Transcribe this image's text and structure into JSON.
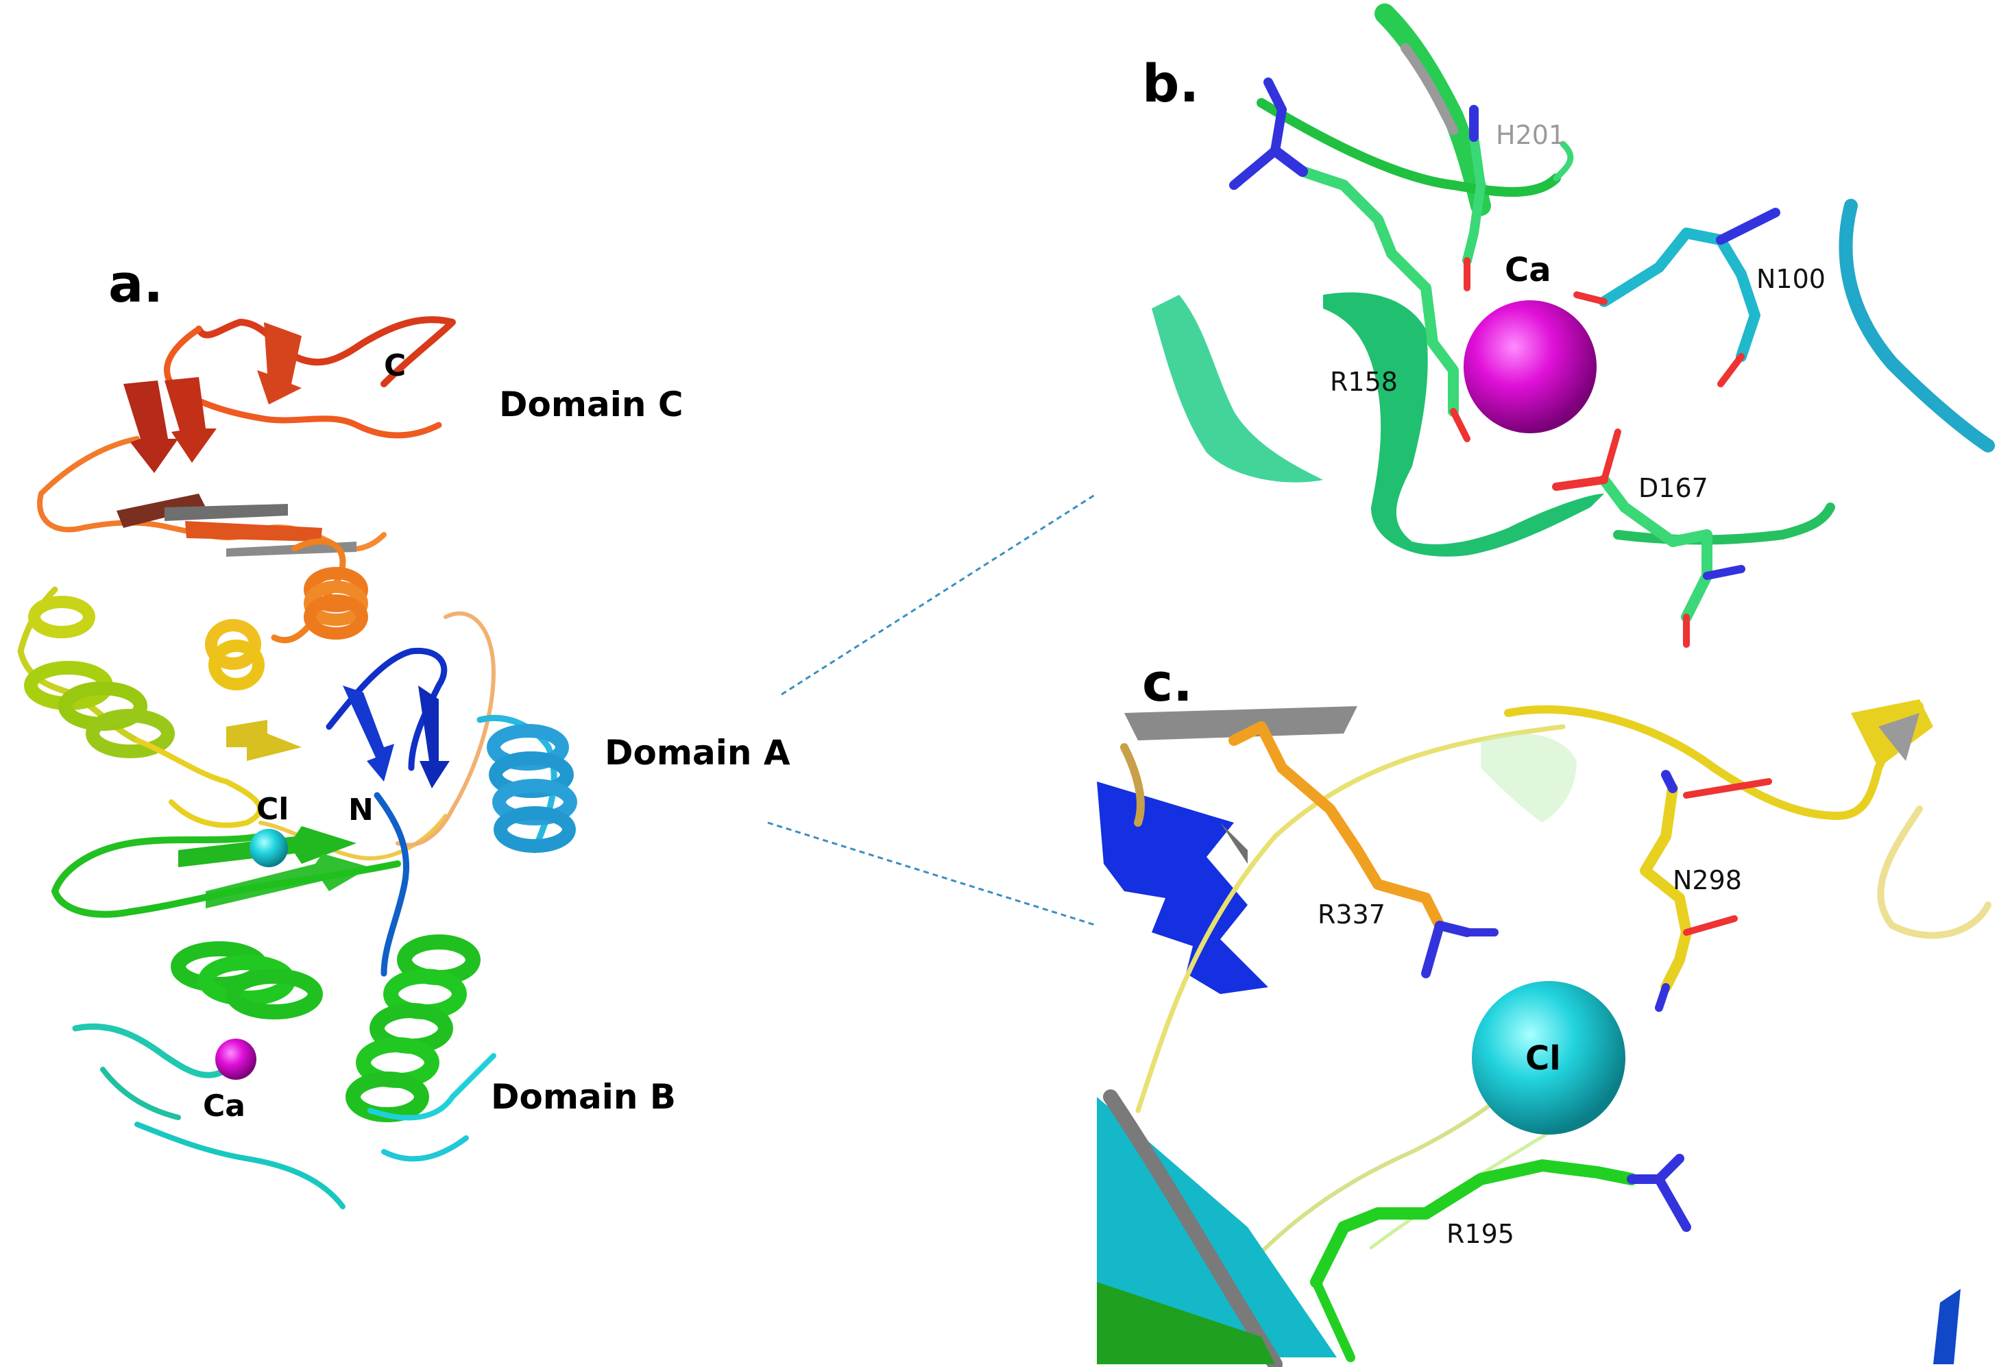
{
  "panels": {
    "a": {
      "letter": "a."
    },
    "b": {
      "letter": "b."
    },
    "c": {
      "letter": "c."
    }
  },
  "domains": {
    "c": "Domain C",
    "a": "Domain A",
    "b": "Domain B"
  },
  "termini": {
    "c_term": "C",
    "n_term": "N"
  },
  "ions_overview": {
    "chloride": "Cl",
    "calcium": "Ca"
  },
  "site_b": {
    "ion": "Ca",
    "residues": [
      "H201",
      "N100",
      "R158",
      "D167"
    ]
  },
  "site_c": {
    "ion": "Cl",
    "residues": [
      "R337",
      "N298",
      "R195"
    ]
  },
  "colors": {
    "calcium": "#e010d8",
    "chloride": "#22d3de",
    "nitrogen": "#3333dd",
    "oxygen": "#ee3333",
    "carbon_green": "#22d06a",
    "carbon_cyan": "#20b8cc",
    "carbon_orange": "#f0a020",
    "carbon_yellow": "#e8d020",
    "guide_line": "#3a8fc0"
  }
}
